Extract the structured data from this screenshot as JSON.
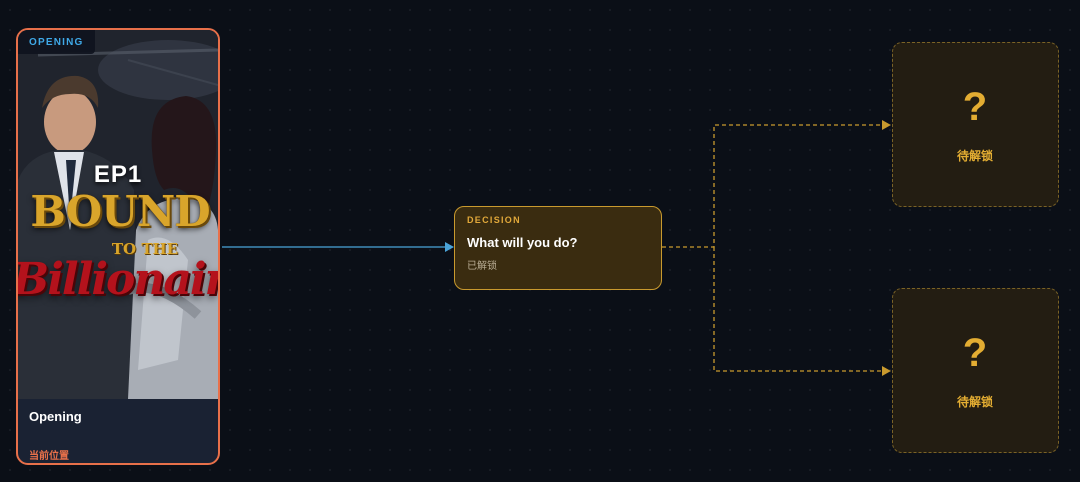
{
  "opening": {
    "tag": "OPENING",
    "title": "Opening",
    "status": "当前位置",
    "poster": {
      "episode": "EP1",
      "title_line1": "BOUND",
      "title_line2": "TO THE",
      "title_line3": "Billionaire"
    }
  },
  "decision": {
    "tag": "DECISION",
    "question": "What will you do?",
    "status": "已解锁"
  },
  "locked_nodes": [
    {
      "symbol": "?",
      "label": "待解锁"
    },
    {
      "symbol": "?",
      "label": "待解锁"
    }
  ],
  "colors": {
    "opening_accent": "#e8704a",
    "opening_tag": "#3fa9e8",
    "edge_solid": "#4aa3d8",
    "decision_border": "#c99a2e",
    "locked_accent": "#e3ad32",
    "background": "#0b0f17"
  }
}
